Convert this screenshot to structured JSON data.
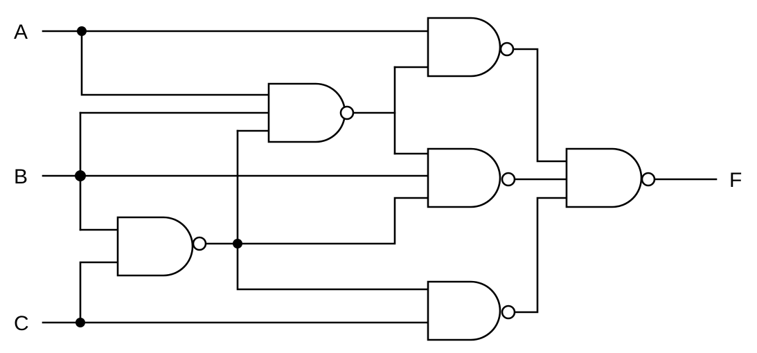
{
  "inputs": {
    "a": "A",
    "b": "B",
    "c": "C"
  },
  "output": {
    "f": "F"
  },
  "gates": [
    {
      "id": "g1",
      "type": "NAND",
      "inputs": [
        "B",
        "C"
      ]
    },
    {
      "id": "g2",
      "type": "NAND",
      "inputs": [
        "A",
        "B",
        "g1"
      ]
    },
    {
      "id": "g3",
      "type": "NAND",
      "inputs": [
        "A",
        "g2"
      ]
    },
    {
      "id": "g4",
      "type": "NAND",
      "inputs": [
        "g2",
        "B",
        "g1"
      ]
    },
    {
      "id": "g5",
      "type": "NAND",
      "inputs": [
        "g1",
        "C"
      ]
    },
    {
      "id": "g6",
      "type": "NAND",
      "inputs": [
        "g3",
        "g4",
        "g5"
      ]
    }
  ],
  "colors": {
    "ink": "#000000",
    "background": "#ffffff"
  }
}
